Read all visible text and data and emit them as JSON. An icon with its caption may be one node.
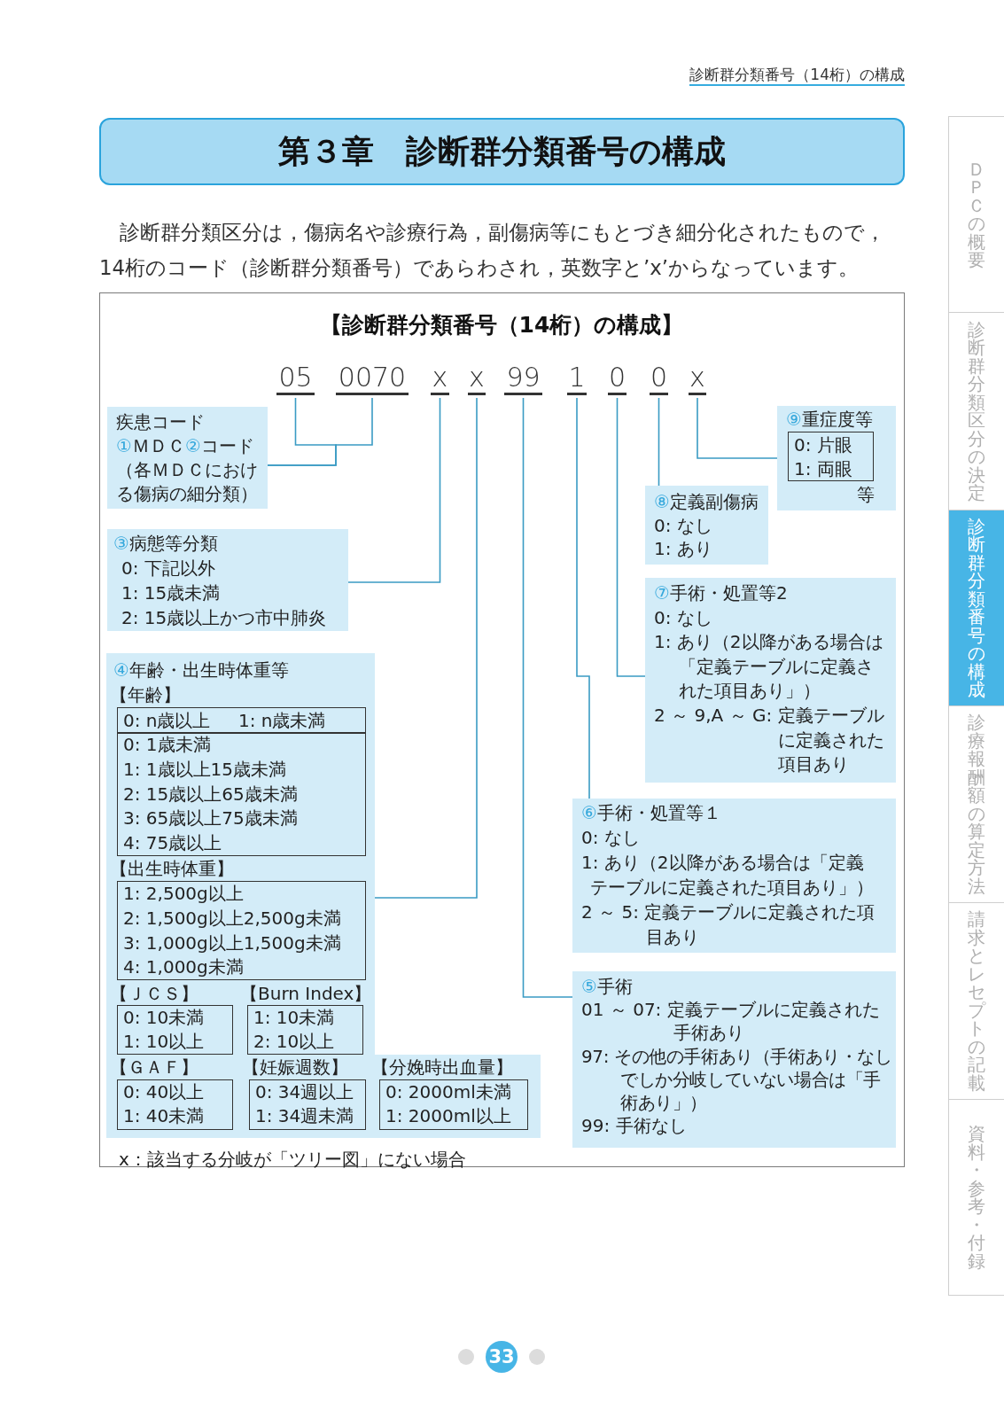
{
  "diagram": {
    "title": "第３章　診断群分類番号の構成",
    "nodes": [
      {
        "text": [
          "05"
        ]
      },
      {
        "text": [
          "0070"
        ]
      },
      {
        "text": [
          "x"
        ]
      },
      {
        "text": [
          "x"
        ]
      },
      {
        "text": [
          "99"
        ]
      },
      {
        "text": [
          "1"
        ]
      },
      {
        "text": [
          "0"
        ]
      },
      {
        "text": [
          "0"
        ]
      },
      {
        "text": [
          "x"
        ]
      },
      {
        "text": [
          "疾患コード",
          "①ＭＤＣ②コード",
          "（各ＭＤＣにおける傷病の細分類）"
        ]
      },
      {
        "text": [
          "③病態等分類",
          "0: 下記以外",
          "1: 15歳未満",
          "2: 15歳以上かつ市中肺炎"
        ]
      },
      {
        "text": [
          "④年齢・出生時体重等",
          "【年齢】",
          "【出生時体重】",
          "【ＪＣＳ】",
          "【Burn Index】",
          "【ＧＡＦ】",
          "【妊娠週数】",
          "【分娩時出血量】"
        ]
      },
      {
        "text": [
          "0: n歳以上",
          "1: n歳未満"
        ],
        "in": 11
      },
      {
        "text": [
          "0: 1歳未満",
          "1: 1歳以上15歳未満",
          "2: 15歳以上65歳未満",
          "3: 65歳以上75歳未満",
          "4: 75歳以上"
        ],
        "in": 11
      },
      {
        "text": [
          "1: 2,500g以上",
          "2: 1,500g以上2,500g未満",
          "3: 1,000g以上1,500g未満",
          "4: 1,000g未満"
        ],
        "in": 11
      },
      {
        "text": [
          "0: 10未満",
          "1: 10以上"
        ],
        "in": 11
      },
      {
        "text": [
          "1: 10未満",
          "2: 10以上"
        ],
        "in": 11
      },
      {
        "text": [
          "0: 40以上",
          "1: 40未満"
        ],
        "in": 11
      },
      {
        "text": [
          "0: 34週以上",
          "1: 34週未満"
        ],
        "in": 11
      },
      {
        "text": [
          "0: 2000ml未満",
          "1: 2000ml以上"
        ],
        "in": 11
      },
      {
        "text": [
          "⑨重症度等",
          "等"
        ]
      },
      {
        "text": [
          "0: 片眼",
          "1: 両眼"
        ],
        "in": 20
      },
      {
        "text": [
          "⑧定義副傷病",
          "0: なし",
          "1: あり"
        ]
      },
      {
        "text": [
          "⑦手術・処置等2",
          "0: なし",
          "1: あり（2以降がある場合は「定義テーブルに定義された項目あり」）",
          "2 ～ 9,A ～ G: 定義テーブルに定義された項目あり"
        ]
      },
      {
        "text": [
          "⑥手術・処置等１",
          "0: なし",
          "1: あり（2以降がある場合は「定義テーブルに定義された項目あり」）",
          "2 ～ 5: 定義テーブルに定義された項目あり"
        ]
      },
      {
        "text": [
          "⑤手術",
          "01 ～ 07: 定義テーブルに定義された手術あり",
          "97: その他の手術あり（手術あり・なしでしか分岐していない場合は「手術あり」）",
          "99: 手術なし"
        ]
      }
    ],
    "edges": [
      {
        "from": 0,
        "to": 9,
        "arrow": "none"
      },
      {
        "from": 1,
        "to": 9,
        "arrow": "none"
      },
      {
        "from": 2,
        "to": 10,
        "arrow": "none"
      },
      {
        "from": 3,
        "to": 11,
        "arrow": "none"
      },
      {
        "from": 4,
        "to": 25,
        "arrow": "none"
      },
      {
        "from": 5,
        "to": 24,
        "arrow": "none"
      },
      {
        "from": 6,
        "to": 23,
        "arrow": "none"
      },
      {
        "from": 7,
        "to": 22,
        "arrow": "none"
      },
      {
        "from": 8,
        "to": 20,
        "arrow": "none"
      }
    ],
    "labels": [
      "診断群分類番号（14桁）の構成",
      "診断群分類区分は，傷病名や診療行為，副傷病等にもとづき細分化されたもので，14桁のコード（診断群分類番号）であらわされ，英数字と’x’からなっています。",
      "【診断群分類番号（14桁）の構成】",
      "x：該当する分岐が「ツリー図」にない場合",
      "ＤＰＣの概要",
      "診断群分類区分の決定",
      "診断群分類番号の構成",
      "診療報酬額の算定方法",
      "請求とレセプトの記載",
      "資料・参考・付録",
      "33"
    ]
  }
}
